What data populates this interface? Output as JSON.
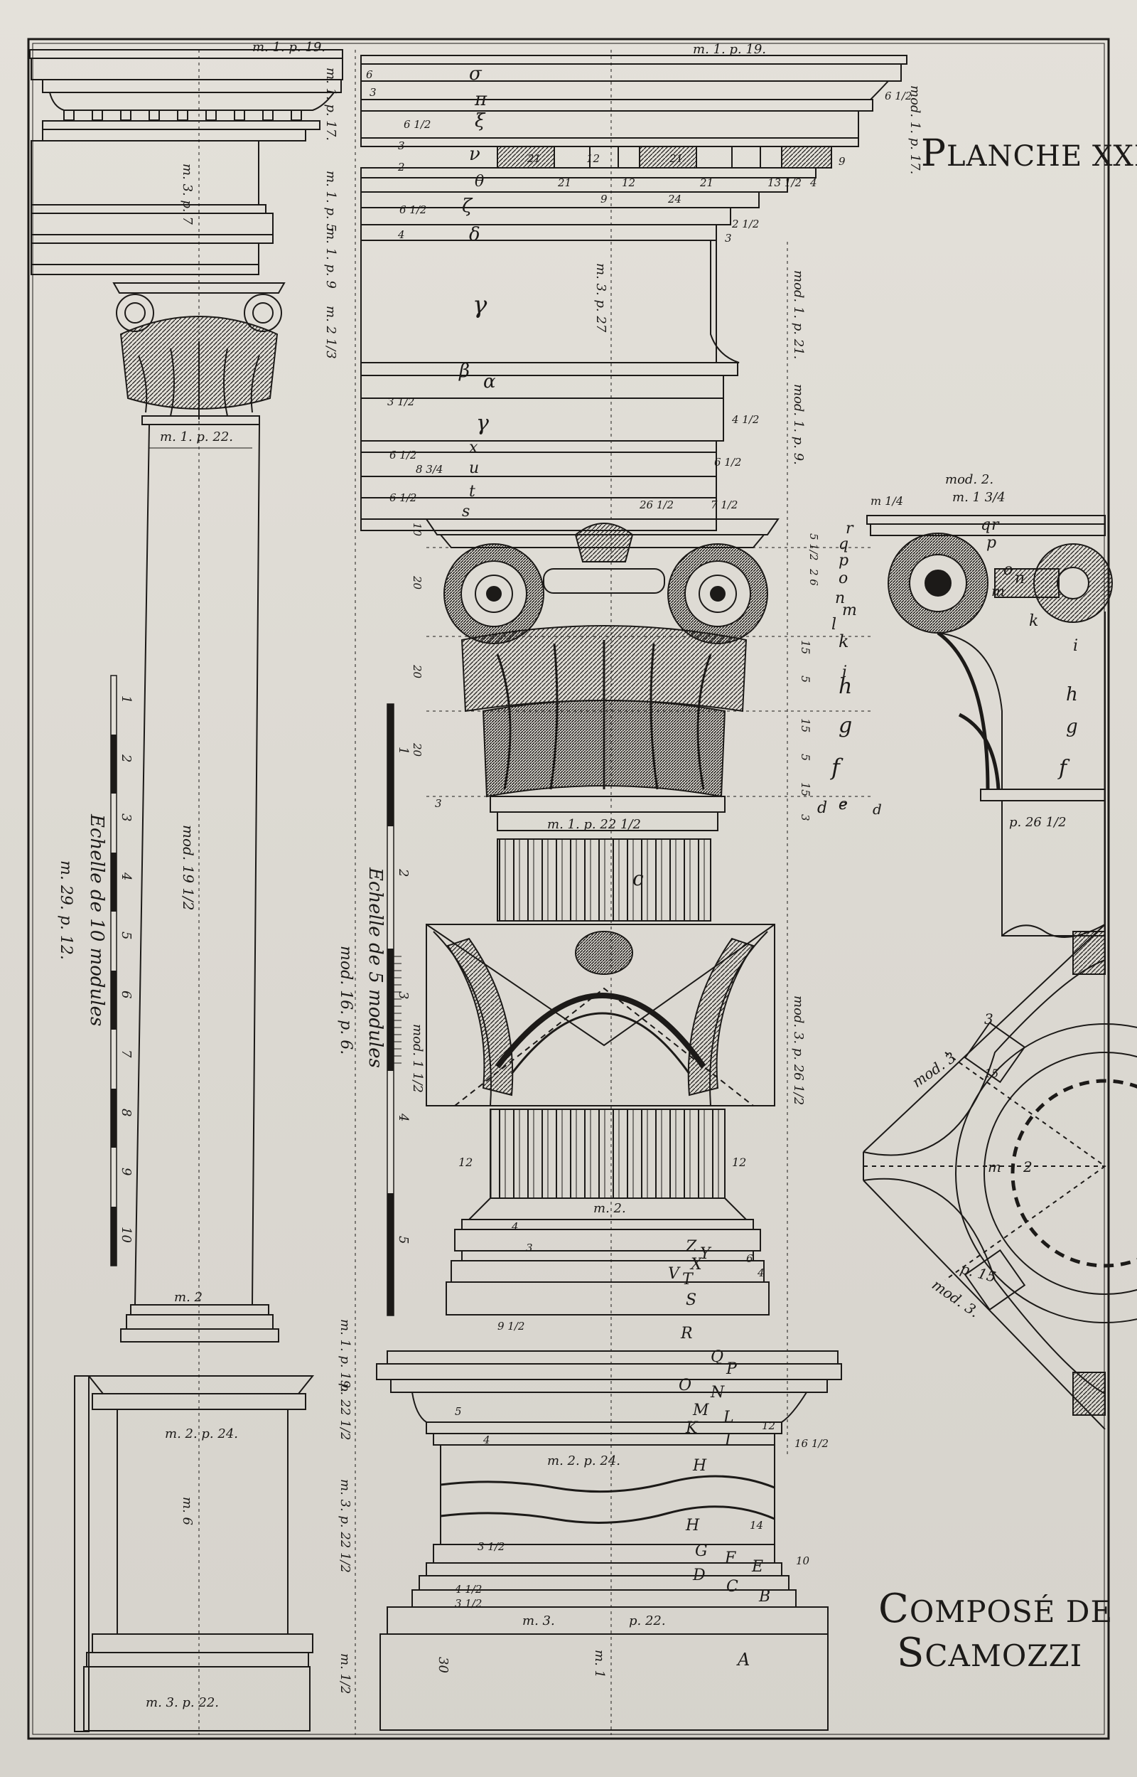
{
  "plate": {
    "title_initial": "P",
    "title_rest": "LANCHE XXIV",
    "subtitle_line1_initial": "C",
    "subtitle_line1_rest": "OMPOSÉ DE",
    "subtitle_line2_initial": "S",
    "subtitle_line2_rest": "CAMOZZI"
  },
  "scales": {
    "left": {
      "title": "Echelle de 10 modules",
      "caption": "m. 29. p. 12.",
      "ticks": [
        "1",
        "2",
        "3",
        "4",
        "5",
        "6",
        "7",
        "8",
        "9",
        "10"
      ]
    },
    "center": {
      "title": "Echelle de 5 modules",
      "caption": "mod. 16. p. 6.",
      "ticks": [
        "1",
        "2",
        "3",
        "4",
        "5"
      ]
    }
  },
  "left_column": {
    "entablature_top": "m. 1. p. 19.",
    "cornice_h": "m. 1. p. 17.",
    "frieze_h": "m. 1. p. 5",
    "architrave_h": "m. 1. p. 9",
    "capital_h": "m. 2 1/3",
    "frieze_label": "m. 3. p. 7",
    "neck": "m. 1. p. 22.",
    "shaft": "mod. 19 1/2",
    "base_width": "m. 2",
    "base_h": "m. 1. p. 19.",
    "plinth_h": "p. 22 1/2",
    "die_width": "m. 2. p. 24.",
    "die_h": "m. 6",
    "pedestal_h": "m. 3. p. 22 1/2",
    "foot_h": "m. 1/2",
    "foot_width": "m. 3. p. 22."
  },
  "center_column": {
    "entablature_top": "m. 1. p. 19.",
    "cornice_h": "mod. 1. p. 17.",
    "frieze_h": "m. 3. p. 27",
    "side_h1": "mod. 1. p. 21.",
    "side_h2": "mod. 1. p. 9.",
    "abacus_w": "m. 1. p. 22 1/2",
    "astragal_h": "mod. 3. p. 26 1/2",
    "scale_inset": "mod. 1 1/2",
    "shaft_w": "m. 2.",
    "die_w": "m. 2. p. 24.",
    "plinth_w": "m. 3.",
    "plinth_w2": "p. 22.",
    "side_mark": "m. 1",
    "cornice_letters": [
      "σ",
      "π",
      "ξ",
      "ν",
      "θ",
      "ζ",
      "δ"
    ],
    "frieze_letter": "γ",
    "architrave_letters": [
      "β",
      "α",
      "γ",
      "x",
      "u",
      "t",
      "s"
    ],
    "capital_letters": [
      "r",
      "q",
      "p",
      "o",
      "n",
      "m",
      "l",
      "k",
      "i",
      "h",
      "g",
      "f",
      "e",
      "d",
      "c"
    ],
    "base_letters": [
      "Z",
      "Y",
      "X",
      "V",
      "T",
      "S",
      "R",
      "Q",
      "P",
      "O",
      "N",
      "M",
      "L",
      "K",
      "I",
      "H",
      "H",
      "G",
      "F",
      "E",
      "D",
      "C",
      "B",
      "A"
    ],
    "numbers_left": [
      "6",
      "3",
      "6 1/2",
      "3",
      "2",
      "6 1/2",
      "4",
      "3 1/2",
      "6 1/2",
      "8 3/4",
      "6 1/2",
      "10",
      "20",
      "20",
      "20",
      "3",
      "12",
      "9 1/2",
      "4",
      "3",
      "5",
      "4",
      "3 1/2",
      "4 1/2",
      "3 1/2",
      "30"
    ],
    "numbers_right": [
      "6 1/2",
      "9",
      "13 1/2",
      "4",
      "21",
      "12",
      "21",
      "2 1/2",
      "3",
      "4 1/2",
      "6 1/2",
      "26 1/2",
      "7 1/2",
      "5 1/2",
      "2 6",
      "15",
      "5",
      "15",
      "5",
      "15",
      "3",
      "12",
      "6",
      "4",
      "12",
      "16 1/2",
      "14",
      "10"
    ],
    "mid_numbers": [
      "21",
      "12",
      "21",
      "9",
      "24"
    ]
  },
  "side_detail": {
    "top": "mod. 2.",
    "m1": "m. 1 3/4",
    "m2": "m 1/4",
    "letters": [
      "r",
      "q",
      "p",
      "o",
      "n",
      "m",
      "k",
      "i",
      "h",
      "g",
      "f",
      "e",
      "d"
    ],
    "bottom": "p. 26 1/2",
    "plan_mod": "mod. 3",
    "plan_mod2": "mod. 3.",
    "plan_m": "m",
    "plan_2": "2",
    "plan_p": "p. 15",
    "plan_3": "3",
    "plan_15": "15"
  }
}
